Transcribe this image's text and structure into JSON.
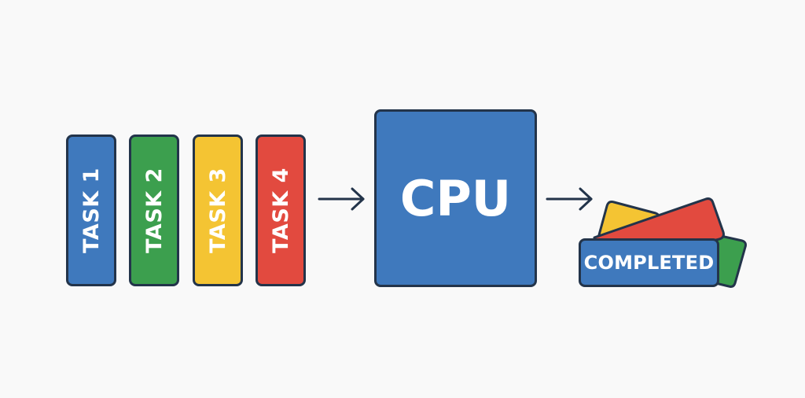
{
  "tasks": [
    {
      "label": "TASK 1",
      "color": "#3f79bd"
    },
    {
      "label": "TASK 2",
      "color": "#3c9f4e"
    },
    {
      "label": "TASK 3",
      "color": "#f4c433"
    },
    {
      "label": "TASK 4",
      "color": "#e24a3f"
    }
  ],
  "cpu": {
    "label": "CPU",
    "color": "#3f79bd"
  },
  "completed": {
    "label": "COMPLETED",
    "color": "#3f79bd"
  },
  "colors": {
    "outline": "#23344a",
    "background": "#f9f9f9",
    "arrow": "#23344a"
  }
}
